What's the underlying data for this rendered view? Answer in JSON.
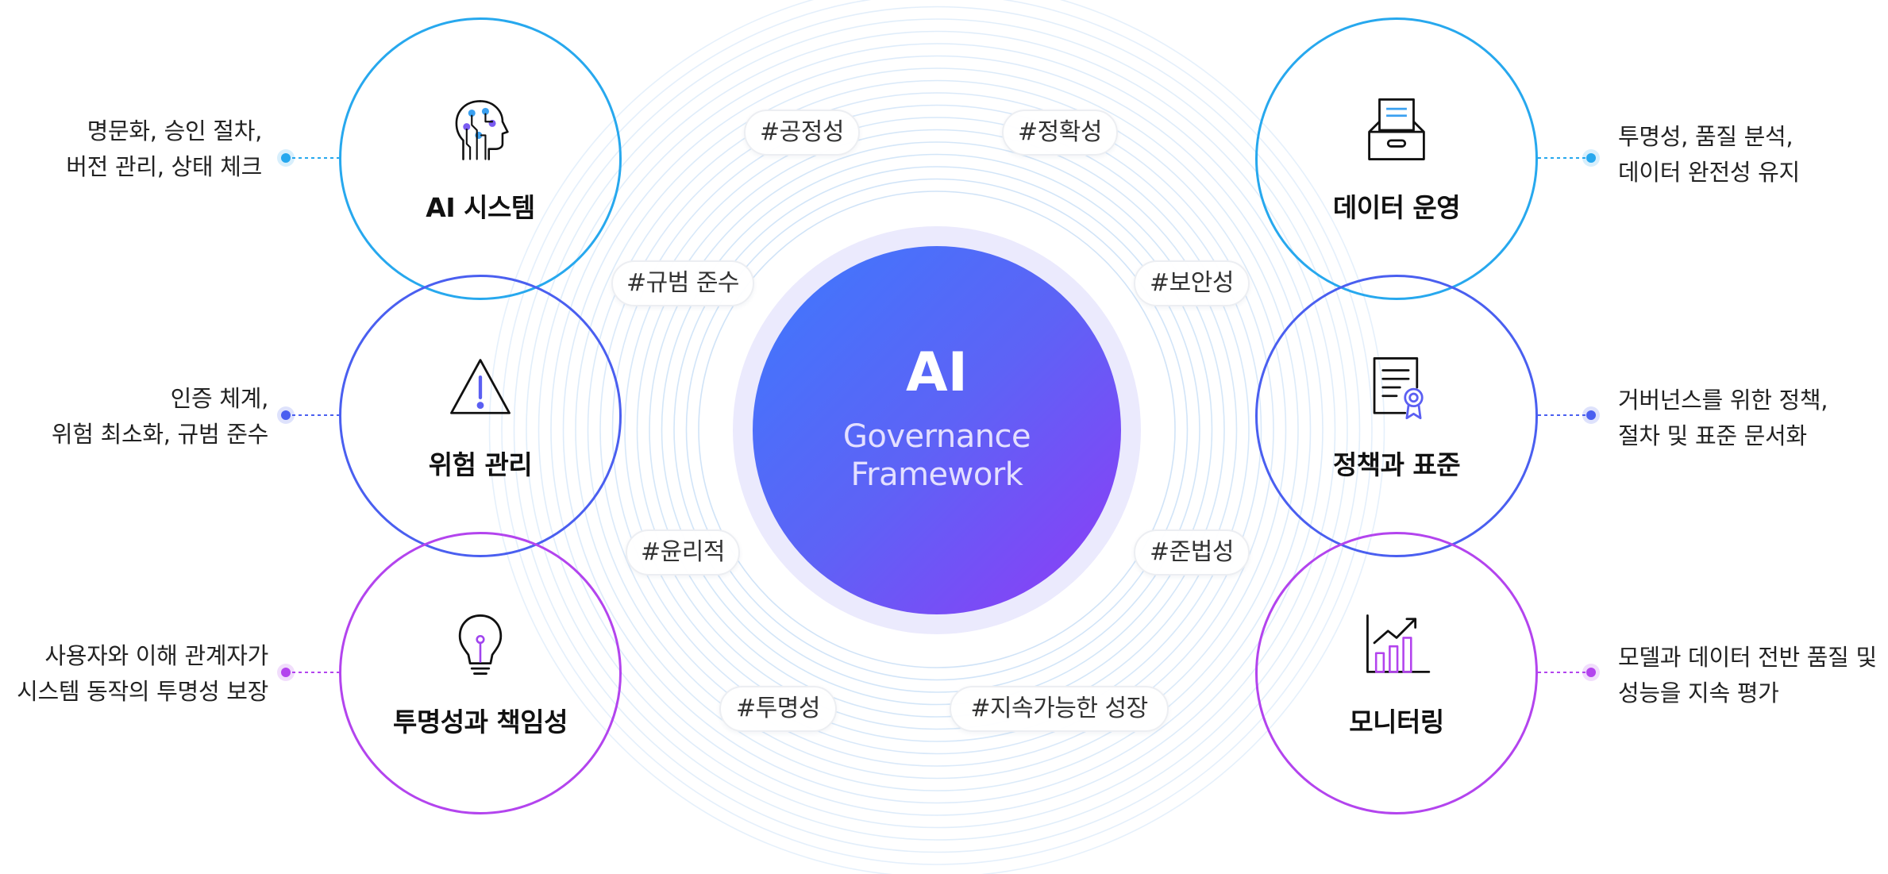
{
  "colors": {
    "blue": "#27a8ee",
    "indigo": "#4a5ff0",
    "purple": "#b344ee",
    "ring": "#cde2f7",
    "tag_border": "#eceef2",
    "center_start": "#3d79fd",
    "center_end": "#8f3bf6"
  },
  "center": {
    "title": "AI",
    "subtitle_line1": "Governance",
    "subtitle_line2": "Framework"
  },
  "left": [
    {
      "title": "AI 시스템",
      "icon": "ai-head-icon",
      "desc": [
        "명문화, 승인 절차,",
        "버전 관리, 상태 체크"
      ]
    },
    {
      "title": "위험 관리",
      "icon": "warning-icon",
      "desc": [
        "인증 체계,",
        "위험 최소화, 규범 준수"
      ]
    },
    {
      "title": "투명성과 책임성",
      "icon": "lightbulb-icon",
      "desc": [
        "사용자와 이해 관계자가",
        "시스템 동작의 투명성 보장"
      ]
    }
  ],
  "right": [
    {
      "title": "데이터 운영",
      "icon": "data-box-icon",
      "desc": [
        "투명성, 품질 분석,",
        "데이터 완전성 유지"
      ]
    },
    {
      "title": "정책과 표준",
      "icon": "certificate-icon",
      "desc": [
        "거버넌스를 위한 정책,",
        "절차 및 표준 문서화"
      ]
    },
    {
      "title": "모니터링",
      "icon": "chart-icon",
      "desc": [
        "모델과 데이터 전반 품질 및",
        "성능을 지속 평가"
      ]
    }
  ],
  "tags": [
    "#공정성",
    "#정확성",
    "#규범 준수",
    "#보안성",
    "#윤리적",
    "#준법성",
    "#투명성",
    "#지속가능한 성장"
  ]
}
